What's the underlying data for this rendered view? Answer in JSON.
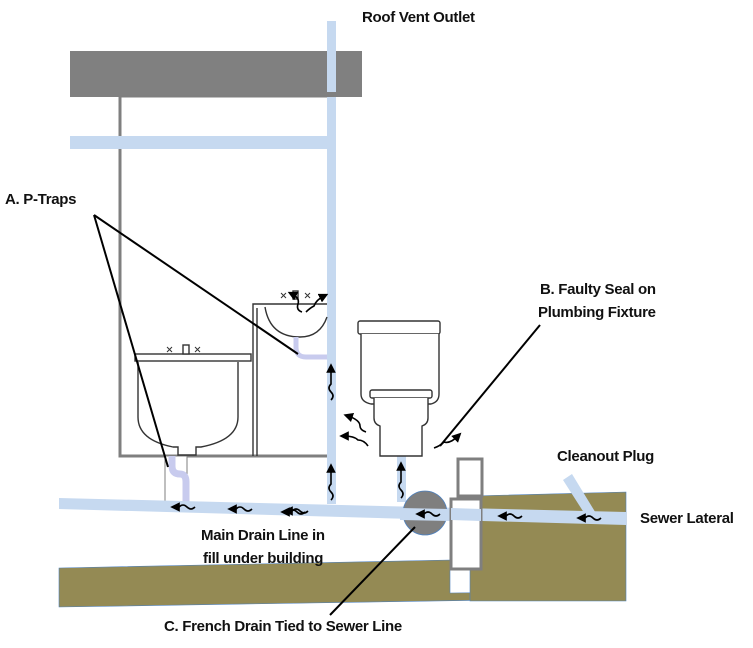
{
  "diagram": {
    "title": "Sewer gas entry points diagram",
    "labels": {
      "roof_vent": "Roof Vent Outlet",
      "p_traps": "A.  P-Traps",
      "faulty_seal_line1": "B.  Faulty Seal on",
      "faulty_seal_line2": "Plumbing Fixture",
      "cleanout_plug": "Cleanout Plug",
      "sewer_lateral": "Sewer Lateral",
      "main_drain_line1": "Main Drain Line in",
      "main_drain_line2": "fill under building",
      "french_drain": "C.  French Drain Tied to Sewer Line"
    },
    "colors": {
      "roof": "#808080",
      "wall": "#7f7f7f",
      "pipe": "#c6d9f0",
      "soil": "#948a54",
      "french_drain": "#7f7f7f",
      "trap_water": "#c8cbee",
      "arrow": "#000000"
    },
    "fixtures": [
      "Bathroom sink (left)",
      "Sink (center)",
      "Toilet"
    ]
  }
}
